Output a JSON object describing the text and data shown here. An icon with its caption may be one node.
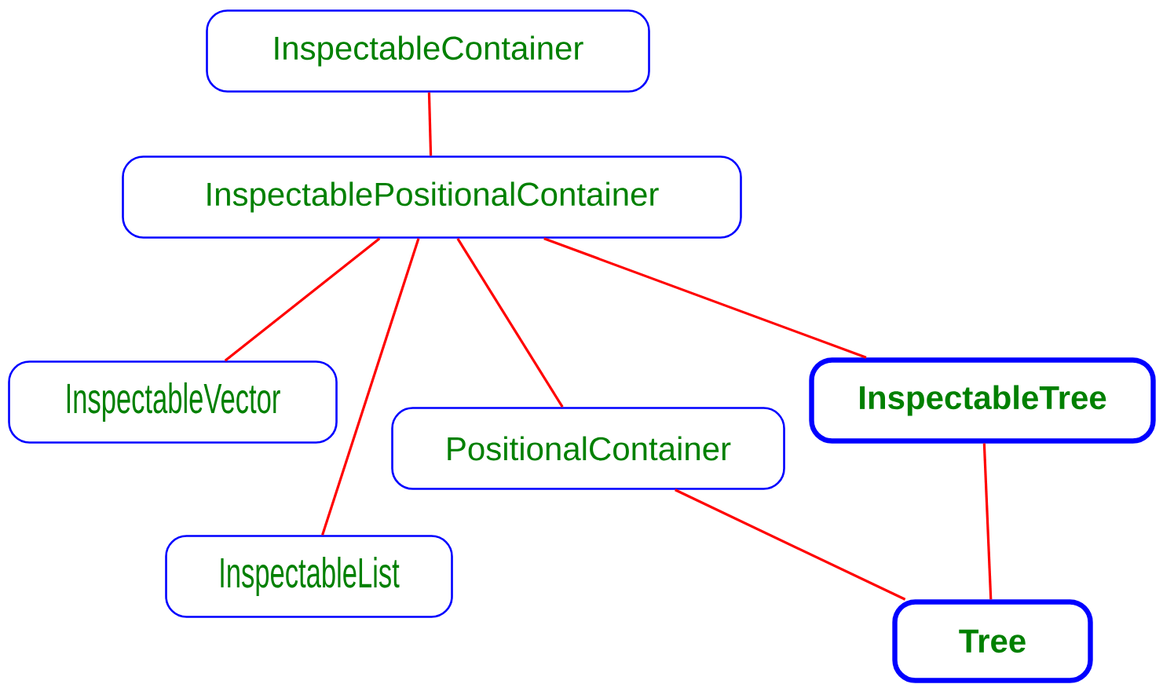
{
  "diagram": {
    "nodes": [
      {
        "text": [
          "InspectableContainer"
        ]
      },
      {
        "text": [
          "InspectablePositionalContainer"
        ]
      },
      {
        "text": [
          "InspectableVector"
        ]
      },
      {
        "text": [
          "InspectableList"
        ]
      },
      {
        "text": [
          "PositionalContainer"
        ]
      },
      {
        "text": [
          "InspectableTree"
        ]
      },
      {
        "text": [
          "Tree"
        ]
      }
    ],
    "edges": [
      {
        "from": 0,
        "to": 1,
        "arrow": "none"
      },
      {
        "from": 1,
        "to": 2,
        "arrow": "none"
      },
      {
        "from": 1,
        "to": 3,
        "arrow": "none"
      },
      {
        "from": 1,
        "to": 4,
        "arrow": "none"
      },
      {
        "from": 1,
        "to": 5,
        "arrow": "none"
      },
      {
        "from": 4,
        "to": 6,
        "arrow": "none"
      },
      {
        "from": 5,
        "to": 6,
        "arrow": "none"
      }
    ]
  }
}
